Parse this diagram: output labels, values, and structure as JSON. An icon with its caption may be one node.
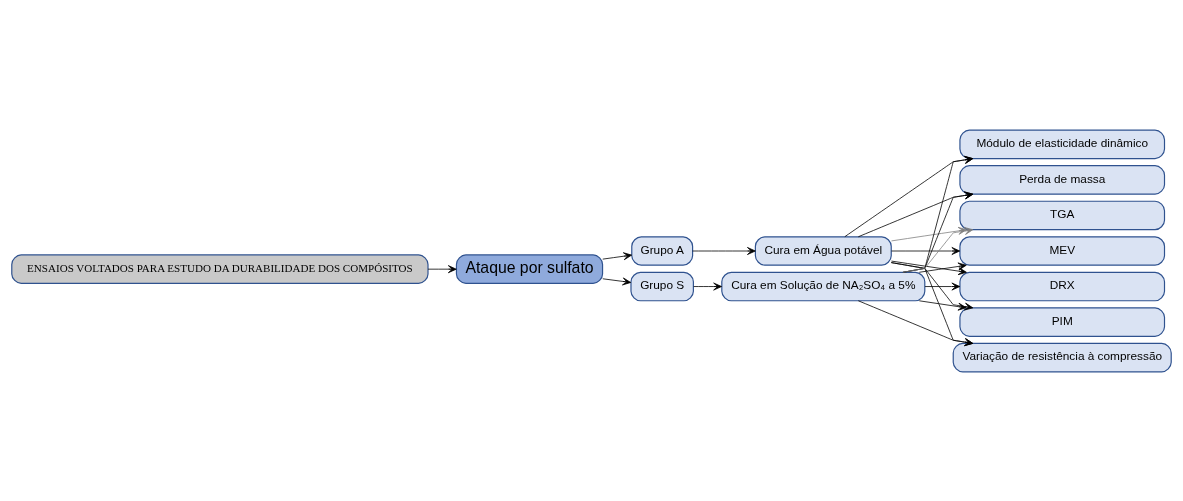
{
  "diagram": {
    "nodes": [
      {
        "text": [
          "ENSAIOS VOLTADOS PARA ESTUDO DA DURABILIDADE DOS COMPÓSITOS"
        ]
      },
      {
        "text": [
          "Ataque por sulfato"
        ]
      },
      {
        "text": [
          "Grupo A"
        ]
      },
      {
        "text": [
          "Grupo S"
        ]
      },
      {
        "text": [
          "Cura em Água potável"
        ]
      },
      {
        "text": [
          "Cura em Solução de NA₂SO₄ a 5%"
        ]
      },
      {
        "text": [
          "Variação de resistência à compressão"
        ]
      },
      {
        "text": [
          "Módulo de elasticidade dinâmico"
        ]
      },
      {
        "text": [
          "Perda de massa"
        ]
      },
      {
        "text": [
          "TGA"
        ]
      },
      {
        "text": [
          "MEV"
        ]
      },
      {
        "text": [
          "DRX"
        ]
      },
      {
        "text": [
          "PIM"
        ]
      }
    ],
    "edges": [
      {
        "from": 0,
        "to": 1,
        "arrow": "to"
      },
      {
        "from": 1,
        "to": 2,
        "arrow": "to"
      },
      {
        "from": 1,
        "to": 3,
        "arrow": "to"
      },
      {
        "from": 2,
        "to": 4,
        "arrow": "to"
      },
      {
        "from": 3,
        "to": 5,
        "arrow": "to"
      },
      {
        "from": 4,
        "to": 6,
        "arrow": "to"
      },
      {
        "from": 5,
        "to": 6,
        "arrow": "to"
      },
      {
        "from": 4,
        "to": 7,
        "arrow": "to"
      },
      {
        "from": 5,
        "to": 7,
        "arrow": "to"
      },
      {
        "from": 4,
        "to": 8,
        "arrow": "to"
      },
      {
        "from": 5,
        "to": 8,
        "arrow": "to"
      },
      {
        "from": 4,
        "to": 9,
        "arrow": "to",
        "color": "#808080"
      },
      {
        "from": 5,
        "to": 9,
        "arrow": "to",
        "color": "#808080"
      },
      {
        "from": 4,
        "to": 10,
        "arrow": "to"
      },
      {
        "from": 5,
        "to": 10,
        "arrow": "to"
      },
      {
        "from": 4,
        "to": 11,
        "arrow": "to"
      },
      {
        "from": 5,
        "to": 11,
        "arrow": "to"
      },
      {
        "from": 4,
        "to": 12,
        "arrow": "to"
      },
      {
        "from": 5,
        "to": 12,
        "arrow": "to"
      }
    ]
  }
}
